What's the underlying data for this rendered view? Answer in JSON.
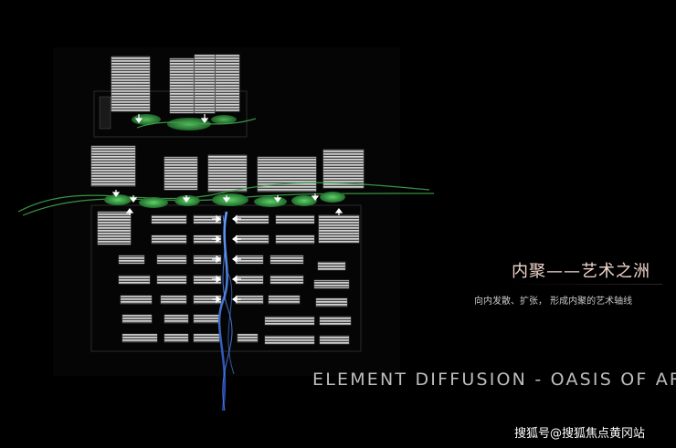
{
  "heading": "内聚——艺术之洲",
  "subheading": "向内发散、扩张， 形成内聚的艺术轴线",
  "english_title": "ELEMENT DIFFUSION - OASIS OF ART",
  "watermark": "搜狐号@搜狐焦点黄冈站",
  "colors": {
    "background": "#000000",
    "green_axis": "#3fa24a",
    "blue_axis": "#3a6fd8",
    "building": "#bfbfbf",
    "heading": "#f0d6cb"
  }
}
